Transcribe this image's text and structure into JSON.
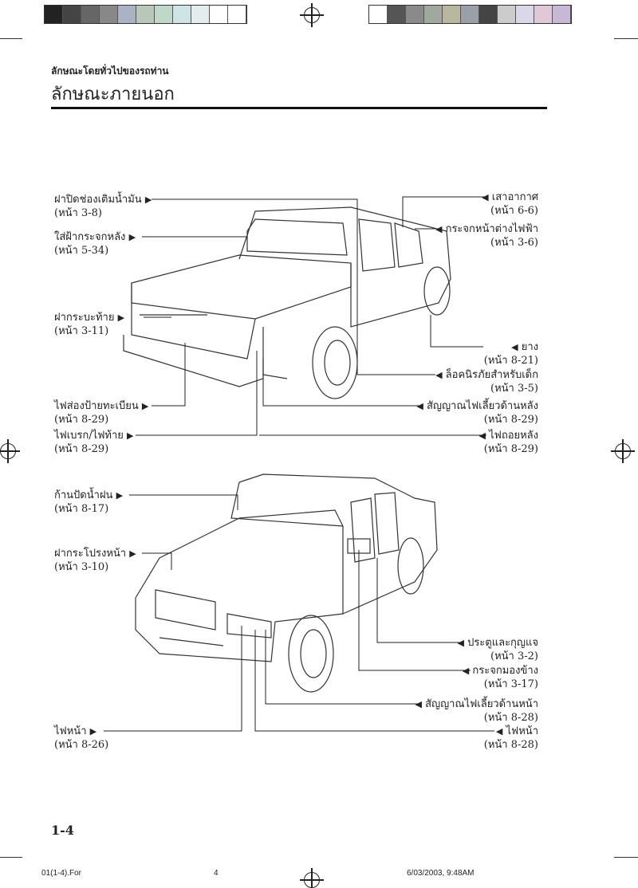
{
  "header": {
    "section": "ลักษณะโดยทั่วไปของรถท่าน",
    "title": "ลักษณะภายนอก"
  },
  "rear_labels_left": [
    {
      "name": "ฝาปิดช่องเติมน้ำมัน",
      "page": "(หน้า 3-8)"
    },
    {
      "name": "ใส่ฝ้ากระจกหลัง",
      "page": "(หน้า 5-34)"
    },
    {
      "name": "ฝากระบะท้าย",
      "page": "(หน้า 3-11)"
    },
    {
      "name": "ไฟส่องป้ายทะเบียน",
      "page": "(หน้า 8-29)"
    },
    {
      "name": "ไฟเบรก/ไฟท้าย",
      "page": "(หน้า 8-29)"
    }
  ],
  "rear_labels_right": [
    {
      "name": "เสาอากาศ",
      "page": "(หน้า 6-6)"
    },
    {
      "name": "กระจกหน้าต่างไฟฟ้า",
      "page": "(หน้า 3-6)"
    },
    {
      "name": "ยาง",
      "page": "(หน้า 8-21)"
    },
    {
      "name": "ล็อคนิรภัยสำหรับเด็ก",
      "page": "(หน้า 3-5)"
    },
    {
      "name": "สัญญาณไฟเลี้ยวด้านหลัง",
      "page": "(หน้า 8-29)"
    },
    {
      "name": "ไฟถอยหลัง",
      "page": "(หน้า 8-29)"
    }
  ],
  "front_labels_left": [
    {
      "name": "ก้านปัดน้ำฝน",
      "page": "(หน้า 8-17)"
    },
    {
      "name": "ฝากระโปรงหน้า",
      "page": "(หน้า 3-10)"
    },
    {
      "name": "ไฟหน้า",
      "page": "(หน้า 8-26)"
    }
  ],
  "front_labels_right": [
    {
      "name": "ประตูและกุญแจ",
      "page": "(หน้า 3-2)"
    },
    {
      "name": "กระจกมองข้าง",
      "page": "(หน้า 3-17)"
    },
    {
      "name": "สัญญาณไฟเลี้ยวด้านหน้า",
      "page": "(หน้า 8-28)"
    },
    {
      "name": "ไฟหน้า",
      "page": "(หน้า 8-28)"
    }
  ],
  "page_number": "1-4",
  "footer": {
    "file": "01(1-4).For",
    "sheet": "4",
    "datetime": "6/03/2003, 9:48AM"
  }
}
